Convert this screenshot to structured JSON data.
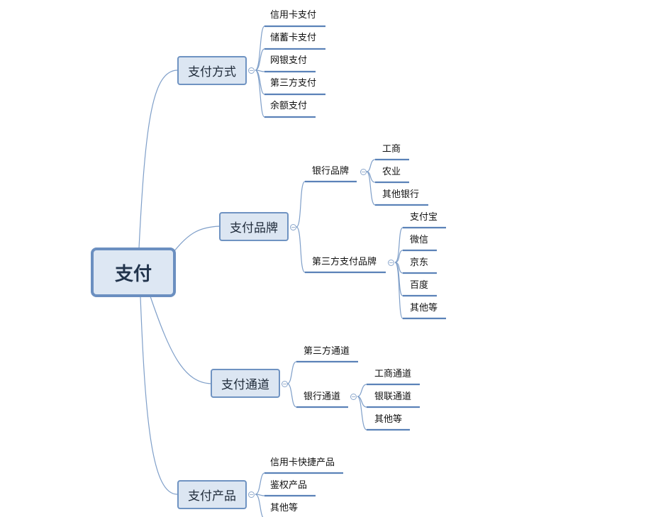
{
  "root": {
    "label": "支付"
  },
  "icons": {
    "collapse": "collapse-minus-icon"
  },
  "colors": {
    "line": "#7f9fc9",
    "underline": "#5b82b8",
    "node_fill": "#dce6f2",
    "node_border": "#6f93c2"
  },
  "branches": {
    "methods": {
      "label": "支付方式",
      "items": [
        "信用卡支付",
        "储蓄卡支付",
        "网银支付",
        "第三方支付",
        "余额支付"
      ]
    },
    "brands": {
      "label": "支付品牌",
      "bank": {
        "label": "银行品牌",
        "items": [
          "工商",
          "农业",
          "其他银行"
        ]
      },
      "third": {
        "label": "第三方支付品牌",
        "items": [
          "支付宝",
          "微信",
          "京东",
          "百度",
          "其他等"
        ]
      }
    },
    "channels": {
      "label": "支付通道",
      "third": {
        "label": "第三方通道"
      },
      "bank": {
        "label": "银行通道",
        "items": [
          "工商通道",
          "银联通道",
          "其他等"
        ]
      }
    },
    "products": {
      "label": "支付产品",
      "items": [
        "信用卡快捷产品",
        "鉴权产品",
        "其他等"
      ]
    }
  }
}
